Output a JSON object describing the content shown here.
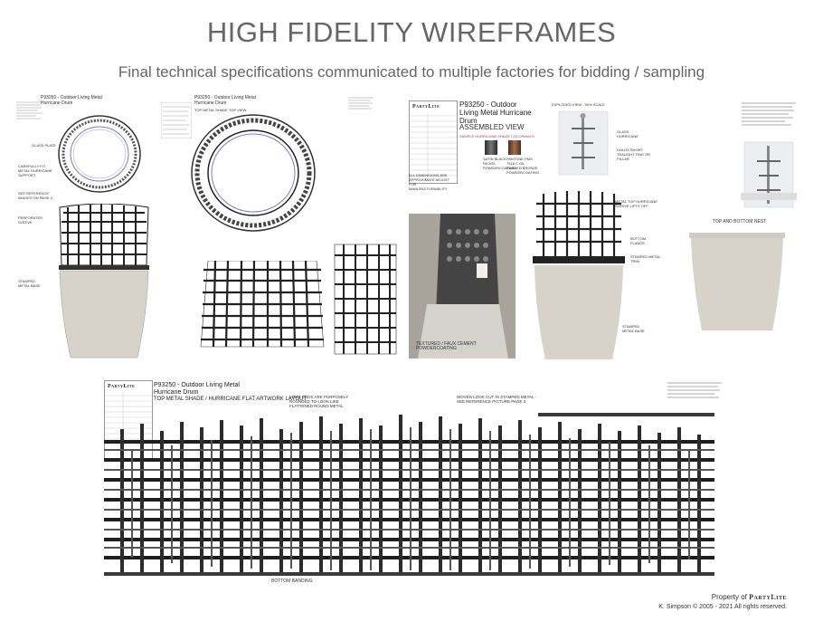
{
  "page": {
    "title": "HIGH FIDELITY WIREFRAMES",
    "subtitle": "Final technical specifications communicated to multiple factories for bidding / sampling"
  },
  "sheet1": {
    "header": "P93250 - Outdoor Living Metal Hurricane Drum",
    "labels": [
      "GLASS PLATE",
      "CAREFULLY FIT METAL HURRICANE SUPPORT",
      "SEE REFERENCE IMAGES ON PAGE 3",
      "PERFORATED SLEEVE",
      "STAMPED METAL BASE"
    ]
  },
  "sheet2": {
    "header": "P93250 - Outdoor Living Metal Hurricane Drum",
    "caption": "TOP METAL SHADE TOP VIEW"
  },
  "sheet3": {
    "brand": "PartyLite",
    "header": "P93250 - Outdoor Living Metal Hurricane Drum",
    "view_title": "ASSEMBLED VIEW",
    "sample_note": "SAMPLE HURRICANE SHADE COLORWAYS",
    "swatch1": "SATIN BLACK NICKEL POWDERCOATING",
    "swatch2": "PANTONE PMS 7518 C OIL RUBBED BRONZE POWDERCOATING",
    "note": "ALL DIMENSIONS ARE APPROXIMATE ADJUST FOR MANUFACTURABILITY",
    "exploded_title": "EXPLODED VIEW - 50% SCALE",
    "glass_label": "GLASS HURRICANE",
    "tealight_label": "HOLDS SHORT TEALIGHT TINS OR PILLAR",
    "metal_top_label": "METAL TOP HURRICANE SLEEVE LIFTS OFF",
    "bottom_flange_label": "BOTTOM FLANGE",
    "stamped_rim_label": "STAMPED METAL TRIM",
    "stamped_base_label": "STAMPED METAL BASE",
    "texture_label": "TEXTURED / FAUX CEMENT POWDERCOATING",
    "nest_label": "TOP AND BOTTOM NEST"
  },
  "sheet4": {
    "brand": "PartyLite",
    "header": "P93250 - Outdoor Living Metal Hurricane Drum",
    "artwork_title": "TOP METAL SHADE / HURRICANE FLAT ARTWORK LAYOUT",
    "note_left": "LONG ENDS ARE PURPOSELY ROUNDED TO LOOK LIKE FLATTENED ROUND METAL",
    "note_right": "WOVEN LOOK CUT IN STAMPED METAL - SEE REFERENCE PICTURE PAGE 3",
    "bottom_label": "BOTTOM BANDING"
  },
  "footer": {
    "property_prefix": "Property of",
    "brand": "PartyLite",
    "copyright": "K. Simpson  © 2005 - 2021  All rights reserved."
  }
}
